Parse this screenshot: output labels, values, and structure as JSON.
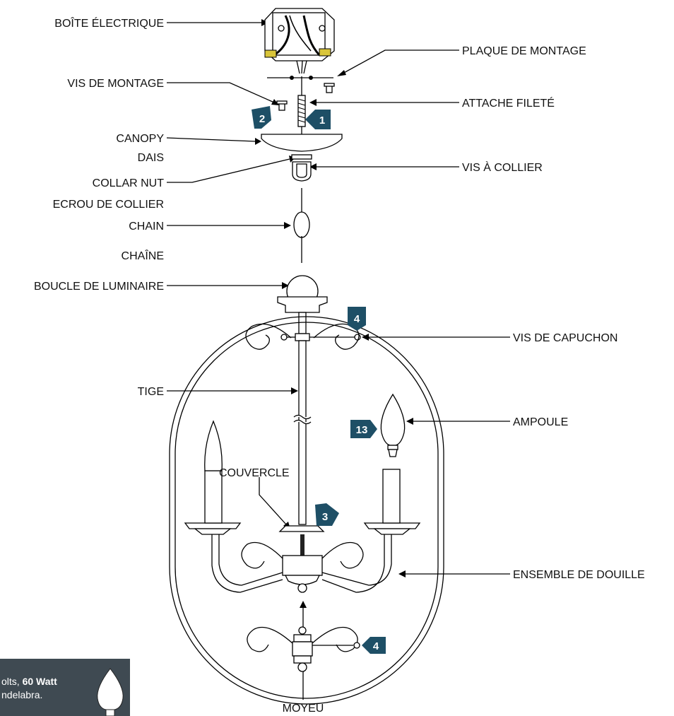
{
  "labels": {
    "electrical_box": "BOÎTE ÉLECTRIQUE",
    "mounting_plate": "PLAQUE DE MONTAGE",
    "mounting_screw": "VIS DE MONTAGE",
    "threaded_rod": "ATTACHE FILETÉ",
    "canopy": "CANOPY",
    "canopy_fr": "DAIS",
    "collar_nut": "COLLAR NUT",
    "collar_screw": "VIS À COLLIER",
    "collar_nut_fr": "ECROU DE COLLIER",
    "chain": "CHAIN",
    "chain_fr": "CHAÎNE",
    "fixture_loop": "BOUCLE DE LUMINAIRE",
    "cap_screw": "VIS DE CAPUCHON",
    "stem": "TIGE",
    "bulb": "AMPOULE",
    "cover": "COUVERCLE",
    "socket_assembly": "ENSEMBLE DE DOUILLE",
    "hub": "MOYEU"
  },
  "steps": {
    "step1": "1",
    "step2": "2",
    "step3": "3",
    "step4a": "4",
    "step4b": "4",
    "step13": "13"
  },
  "note": {
    "line1_start": "olts, ",
    "line1_bold": "60 Watt",
    "line2": "ndelabra."
  },
  "colors": {
    "badge": "#1e4f66",
    "note_bg": "#3f4a52"
  }
}
